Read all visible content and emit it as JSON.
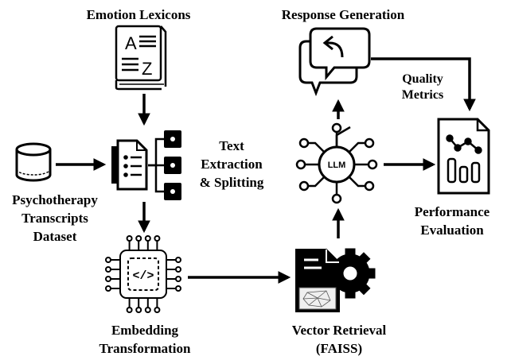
{
  "nodes": {
    "emotion_lexicons": "Emotion Lexicons",
    "response_generation": "Response Generation",
    "quality_metrics": [
      "Quality",
      "Metrics"
    ],
    "text_extraction": [
      "Text",
      "Extraction",
      "& Splitting"
    ],
    "dataset": [
      "Psychotherapy",
      "Transcripts",
      "Dataset"
    ],
    "performance_evaluation": [
      "Performance",
      "Evaluation"
    ],
    "embedding_transformation": [
      "Embedding",
      "Transformation"
    ],
    "vector_retrieval": [
      "Vector Retrieval",
      "(FAISS)"
    ]
  },
  "icons": {
    "llm_label": "LLM",
    "book_letter_a": "A",
    "book_letter_z": "Z",
    "code_symbol": "</>"
  },
  "colors": {
    "stroke": "#000000",
    "background": "#ffffff"
  }
}
